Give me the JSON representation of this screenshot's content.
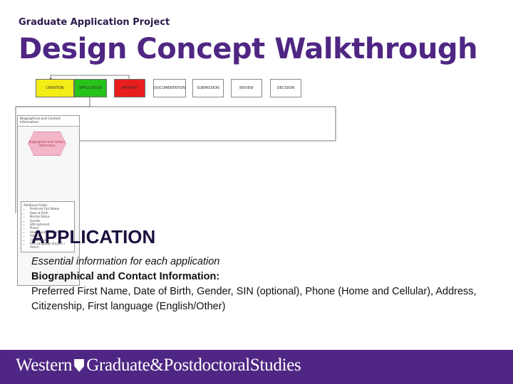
{
  "header": {
    "subtitle": "Graduate Application Project",
    "title": "Design Concept Walkthrough"
  },
  "flow": {
    "stages": [
      {
        "label": "CREATION",
        "color": "#f4ec17"
      },
      {
        "label": "APPLICATION",
        "color": "#27c21b"
      },
      {
        "label": "PAYMENT",
        "color": "#e81d1d"
      },
      {
        "label": "DOCUMENTATION",
        "color": "#ffffff"
      },
      {
        "label": "SUBMISSION",
        "color": "#ffffff"
      },
      {
        "label": "REVIEW",
        "color": "#ffffff"
      },
      {
        "label": "DECISION",
        "color": "#ffffff"
      }
    ],
    "panel_title": "Biographical and Contact Information",
    "hex_label": "Biographical and Contact Information",
    "fields_title": "Additional Fields:",
    "fields": [
      "Preferred First Name",
      "Date of Birth",
      "Marital Status",
      "Gender",
      "SIN (optional)",
      "Phone",
      "(Home and Cellular)",
      "Address",
      "Citizenship",
      "First Language (English / Other)"
    ]
  },
  "content": {
    "heading": "APPLICATION",
    "intro": "Essential information for each application",
    "section_title": "Biographical and Contact Information:",
    "section_body": "Preferred First Name, Date of Birth, Gender, SIN (optional), Phone (Home and Cellular), Address, Citizenship, First language (English/Other)"
  },
  "footer": {
    "left": "Western",
    "right": "Graduate&PostdoctoralStudies",
    "color": "#4f2683"
  }
}
